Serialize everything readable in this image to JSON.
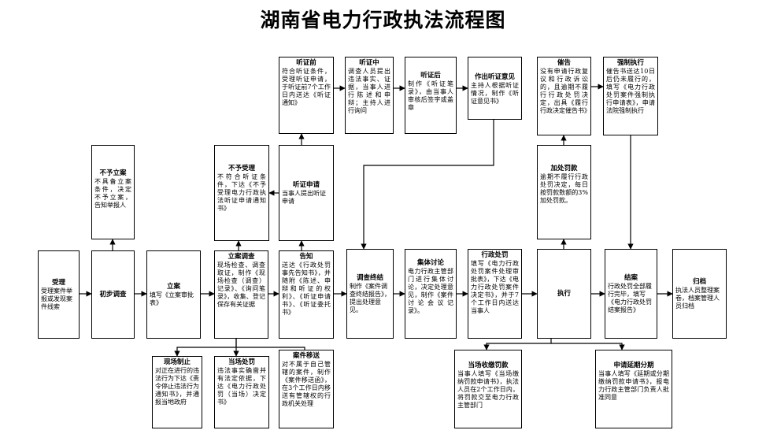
{
  "title": "湖南省电力行政执法流程图",
  "nodes": {
    "shouli": {
      "title": "受理",
      "body": "受理案件举报或发现案件线索"
    },
    "chubu": {
      "title": "初步调查",
      "body": ""
    },
    "buyu_lian": {
      "title": "不予立案",
      "body": "不具备立案条件，决定不予立案，告知举报人"
    },
    "lian": {
      "title": "立案",
      "body": "填写《立案审批表》"
    },
    "anjian_diaocha": {
      "title": "立案调查",
      "body": "现场检查、调查取证，制作《现场检查（调查）记录》、《询问笔录》，收集、登记保存有关证据"
    },
    "buyu_shouli": {
      "title": "不予受理",
      "body": "不符合听证条件，下达《不予受理电力行政执法听证申请通知书》"
    },
    "tingzheng_shenqing": {
      "title": "听证申请",
      "body": "当事人提出听证申请"
    },
    "tingzheng_qian": {
      "title": "听证前",
      "body": "符合听证条件，受理听证申请，于听证前7个工作日内送达《听证通知》"
    },
    "tingzheng_zhong": {
      "title": "听证中",
      "body": "调查人员提出违法事实、证据，当事人进行陈述和申辩；主持人进行询问"
    },
    "tingzheng_hou": {
      "title": "听证后",
      "body": "制作《听证笔录》，由当事人审核后签字或盖章"
    },
    "zuochu_yijian": {
      "title": "作出听证意见",
      "body": "主持人根据听证情况，制作《听证意见书》"
    },
    "cuigao": {
      "title": "催告",
      "body": "没有申请行政复议和行政诉讼的，且逾期不履行行政处罚决定，出具《履行行政决定催告书》"
    },
    "qiangzhi": {
      "title": "强制执行",
      "body": "催告书送达10日后仍未履行的，填写《电力行政处罚案件强制执行申请表》，申请法院强制执行"
    },
    "jiachu": {
      "title": "加处罚款",
      "body": "逾期不履行行政处罚决定，每日按罚款数额的3%加处罚款。"
    },
    "gaozhi": {
      "title": "告知",
      "body": "送达《行政处罚事先告知书》，并随附《陈述、申辩和听证的权利》、《听证申请书》、《听证委托书》"
    },
    "diaocha_zhongjie": {
      "title": "调查终结",
      "body": "制作《案件调查终结报告》，提出处理意见。"
    },
    "jiti_taolun": {
      "title": "集体讨论",
      "body": "电力行政主管部门进行集体讨论，决定处理意见，制作《案件讨论会议记录》。"
    },
    "xingzheng_chufa": {
      "title": "行政处罚",
      "body": "填写《电力行政处罚案件处理审批表》，下达《电力行政处罚案件决定书》，并于7个工作日内送达当事人"
    },
    "zhixing": {
      "title": "执行",
      "body": ""
    },
    "jiean": {
      "title": "结案",
      "body": "行政处罚全部履行完毕，填写《电力行政处罚结案报告》"
    },
    "guidang": {
      "title": "归档",
      "body": "执法人员整理案卷，档案管理人员归档"
    },
    "xianchang_zhizhi": {
      "title": "现场制止",
      "body": "对正在进行的违法行为下达《责令停止违法行为通知书》，并通报当地政府"
    },
    "dangchang_chufa": {
      "title": "当场处罚",
      "body": "违法事实确凿并有法定依据，下达《电力行政处罚（当场）决定书》"
    },
    "anjian_yisong": {
      "title": "案件移送",
      "body": "对不属于自己管辖的案件，制作《案件移送函》，在3个工作日内移送有管辖权的行政机关处理"
    },
    "dangchang_shoujiao": {
      "title": "当场收缴罚款",
      "body": "当事人填写《当场缴纳罚款申请书》，执法人员在2个工作日内，将罚款交至电力行政主管部门"
    },
    "yanqi": {
      "title": "申请延期分期",
      "body": "当事人填写《延期或分期缴纳罚款申请书》，报电力行政主管部门负责人批准同意"
    }
  }
}
